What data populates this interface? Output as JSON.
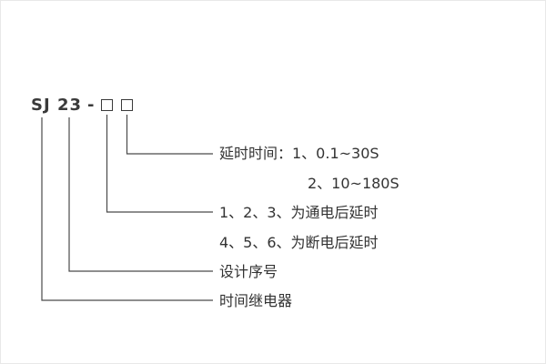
{
  "diagram": {
    "model_prefix": "SJ",
    "model_series": "23",
    "separator": "-",
    "labels": {
      "delay_time_line1": "延时时间：1、0.1~30S",
      "delay_time_line2": "2、10~180S",
      "power_on_delay": "1、2、3、为通电后延时",
      "power_off_delay": "4、5、6、为断电后延时",
      "design_serial": "设计序号",
      "time_relay": "时间继电器"
    }
  }
}
